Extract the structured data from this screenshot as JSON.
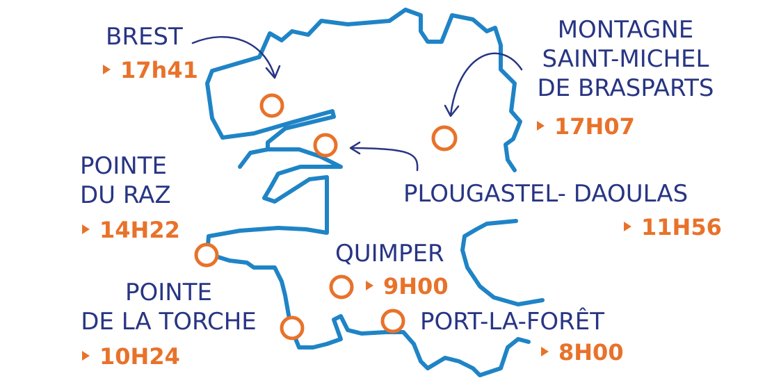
{
  "colors": {
    "coast": "#1f84c6",
    "label": "#283583",
    "accent": "#e8722a",
    "arrow": "#283583"
  },
  "places": [
    {
      "id": "brest",
      "lines": [
        "BREST"
      ],
      "time": "17h41"
    },
    {
      "id": "montagne",
      "lines": [
        "MONTAGNE",
        "SAINT-MICHEL",
        "DE BRASPARTS"
      ],
      "time": "17H07"
    },
    {
      "id": "plougastel",
      "lines": [
        "PLOUGASTEL- DAOULAS"
      ],
      "time": "11H56"
    },
    {
      "id": "raz",
      "lines": [
        "POINTE",
        "DU RAZ"
      ],
      "time": "14H22"
    },
    {
      "id": "quimper",
      "lines": [
        "QUIMPER"
      ],
      "time": "9H00"
    },
    {
      "id": "torche",
      "lines": [
        "POINTE",
        "DE LA TORCHE"
      ],
      "time": "10H24"
    },
    {
      "id": "port",
      "lines": [
        "PORT-LA-FORÊT"
      ],
      "time": "8H00"
    }
  ]
}
